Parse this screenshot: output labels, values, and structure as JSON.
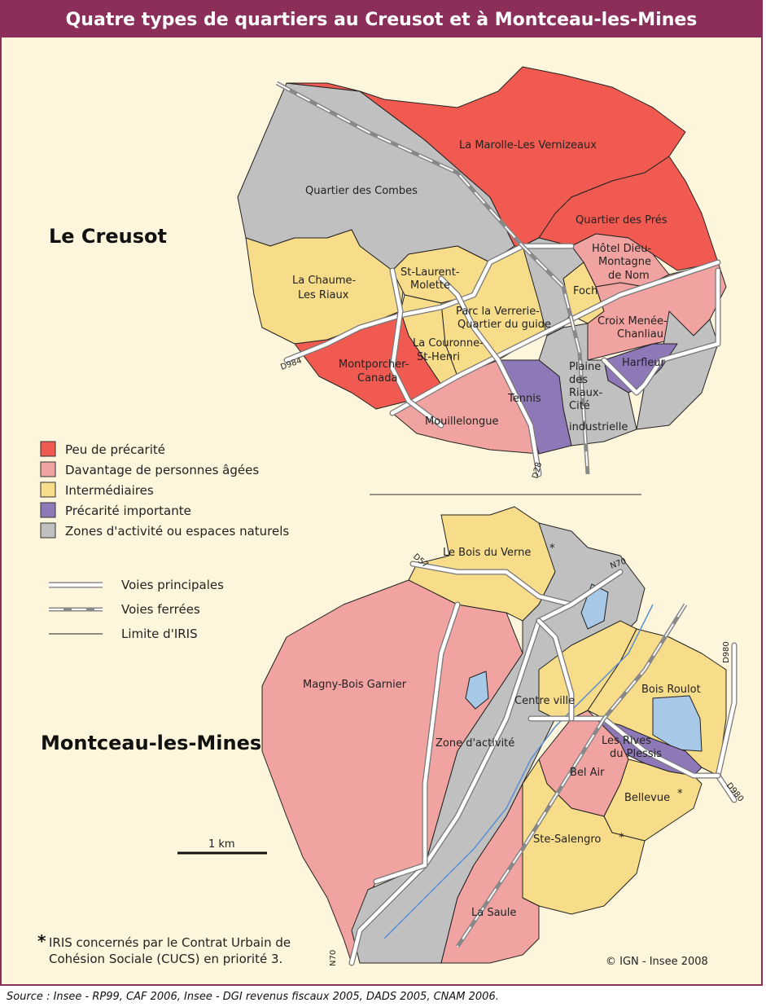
{
  "title": "Quatre types de quartiers au Creusot et à Montceau-les-Mines",
  "colors": {
    "frame": "#8b2f5a",
    "background": "#fdf6dc",
    "peu_precarite": "#f05a50",
    "personnes_agees": "#f0a3a1",
    "intermediaires": "#f7dc8a",
    "precarite_importante": "#8f78b8",
    "zones_activite": "#c0c0c0",
    "water": "#a8c8e8"
  },
  "cities": {
    "creusot": "Le Creusot",
    "montceau": "Montceau-les-Mines"
  },
  "creusot_labels": {
    "marolle": "La Marolle-Les Vernizeaux",
    "combes": "Quartier des Combes",
    "pres": "Quartier des Prés",
    "hotel_dieu": [
      "Hôtel Dieu-",
      "Montagne",
      "de Nom"
    ],
    "chaume": [
      "La Chaume-",
      "Les Riaux"
    ],
    "st_laurent": [
      "St-Laurent-",
      "Molette"
    ],
    "parc_verrerie": [
      "Parc la Verrerie-",
      "Quartier du guide"
    ],
    "foch": "Foch",
    "croix_menee": [
      "Croix Menée-",
      "Chanliau"
    ],
    "couronne": [
      "La Couronne-",
      "St-Henri"
    ],
    "montporcher": [
      "Montporcher-",
      "Canada"
    ],
    "harfleur": "Harfleur",
    "plaine": [
      "Plaine",
      "des",
      "Riaux-",
      "Cité",
      "industrielle"
    ],
    "tennis": "Tennis",
    "mouillelongue": "Mouillelongue"
  },
  "montceau_labels": {
    "bois_verne": "Le Bois du Verne",
    "magny": "Magny-Bois Garnier",
    "centre_ville": "Centre ville",
    "bois_roulot": "Bois Roulot",
    "zone_activite": "Zone d'activité",
    "rives_plessis": [
      "Les Rives",
      "du Plessis"
    ],
    "bel_air": "Bel Air",
    "bellevue": "Bellevue",
    "ste_salengro": "Ste-Salengro",
    "la_saule": "La Saule"
  },
  "roads": {
    "d984": "D984",
    "d28": "D28",
    "d57": "D57",
    "n70_top": "N70",
    "n70_bottom": "N70",
    "d980_top": "D980",
    "d980_side": "D980"
  },
  "star": "*",
  "legend": {
    "categories": [
      {
        "label": "Peu de précarité",
        "color": "#f05a50"
      },
      {
        "label": "Davantage de personnes âgées",
        "color": "#f0a3a1"
      },
      {
        "label": "Intermédiaires",
        "color": "#f7dc8a"
      },
      {
        "label": "Précarité importante",
        "color": "#8f78b8"
      },
      {
        "label": "Zones d'activité ou espaces naturels",
        "color": "#c0c0c0"
      }
    ],
    "lines": [
      {
        "label": "Voies principales",
        "kind": "road"
      },
      {
        "label": "Voies ferrées",
        "kind": "rail"
      },
      {
        "label": "Limite d'IRIS",
        "kind": "boundary"
      }
    ]
  },
  "scale_bar": "1 km",
  "cucs_note": [
    "IRIS concernés par le Contrat Urbain de",
    "Cohésion Sociale (CUCS) en priorité 3."
  ],
  "copyright": "© IGN - Insee 2008",
  "source": "Source : Insee - RP99, CAF 2006, Insee - DGI revenus fiscaux 2005, DADS 2005, CNAM 2006."
}
